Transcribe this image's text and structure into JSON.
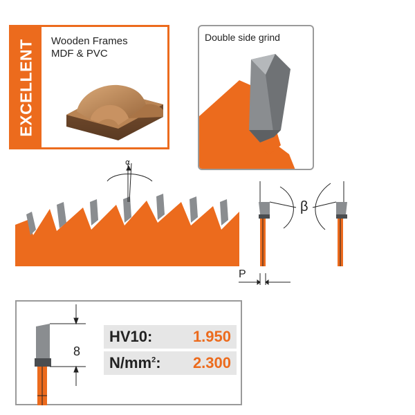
{
  "rating": {
    "label": "EXCELLENT",
    "material_line1": "Wooden Frames",
    "material_line2": "MDF & PVC"
  },
  "grind": {
    "title": "Double side grind"
  },
  "angles": {
    "hook_symbol": "α",
    "bevel_symbol": "β",
    "pitch_symbol": "P"
  },
  "hardness": {
    "tooth_dimension": "8",
    "rows": [
      {
        "label": "HV10:",
        "value": "1.950"
      },
      {
        "label": "N/mm",
        "unit_sup": "2",
        "unit_suffix": ":",
        "value": "2.300"
      }
    ]
  },
  "colors": {
    "blade_orange": "#ec6b1d",
    "tooth_gray": "#8a8d90",
    "border_gray": "#9a9a9a",
    "row_bg": "#e6e6e6"
  }
}
